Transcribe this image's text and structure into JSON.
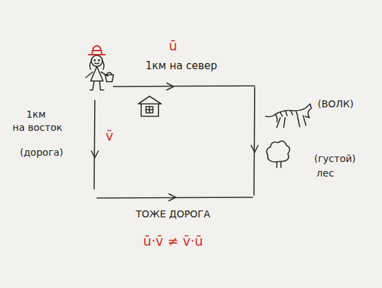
{
  "diagram": {
    "labels": [
      "ū",
      "1км на север",
      "1км",
      "на восток",
      "(дорога)",
      "v̄",
      "(ВОЛК)",
      "(густой)",
      "лес",
      "ТОЖЕ ДОРОГА",
      "ū·v̄ ≠ v̄·ū"
    ]
  }
}
